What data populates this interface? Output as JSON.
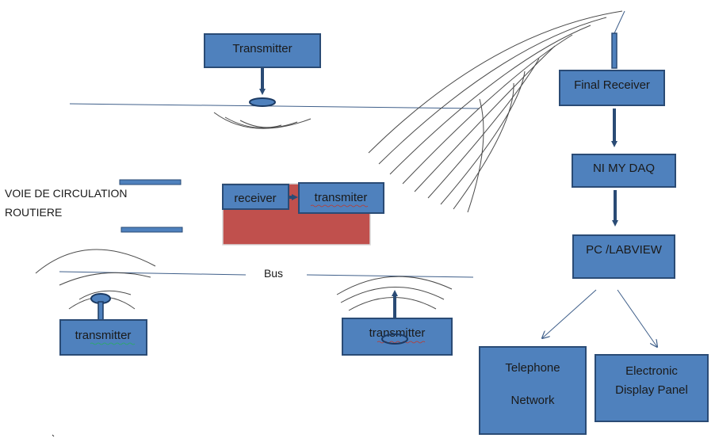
{
  "colors": {
    "box_fill": "#4f81bd",
    "box_stroke": "#2a4b75",
    "vehicle": "#c0504d",
    "line": "#3f5f8a",
    "wave": "#4a4a4a"
  },
  "labels": {
    "transmitter_top": "Transmitter",
    "final_receiver": "Final Receiver",
    "ni_mydaq": "NI MY DAQ",
    "pc_labview": "PC /LABVIEW",
    "telephone_1": "Telephone",
    "telephone_2": "Network",
    "display_1": "Electronic",
    "display_2": "Display Panel",
    "road_1": "VOIE DE CIRCULATION",
    "road_2": "ROUTIERE",
    "receiver": "receiver",
    "transmiter": "transmiter",
    "bus": "Bus",
    "transmitter_left": "transmitter",
    "transmitter_right": "transmitter"
  }
}
